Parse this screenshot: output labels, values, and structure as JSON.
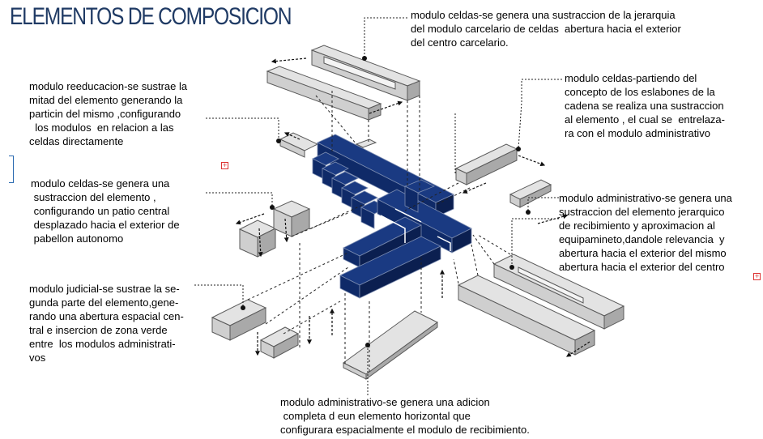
{
  "title": "ELEMENTOS DE COMPOSICION",
  "colors": {
    "admin_block": "#0f2a68",
    "grey_block": "#e3e3e3",
    "grey_edge": "#5a5a5a",
    "leader_line": "#222222",
    "title_text": "#1f3a64"
  },
  "annotations": {
    "celdas_top": "modulo celdas-se genera una sustraccion de la jerarquia\ndel modulo carcelario de celdas  abertura hacia el exterior\ndel centro carcelario.",
    "celdas_right": "modulo celdas-partiendo del\nconcepto de los eslabones de la\ncadena se realiza una sustraccion\nal elemento , el cual se  entrelaza-\nra con el modulo administrativo",
    "reeducacion": "modulo reeducacion-se sustrae la\nmitad del elemento generando la\nparticin del mismo ,configurando\n  los modulos  en relacion a las\nceldas directamente",
    "celdas_left": "modulo celdas-se genera una\n sustraccion del elemento ,\n configurando un patio central\n desplazado hacia el exterior de\n pabellon autonomo",
    "administrativo_right": "modulo administrativo-se genera una\nsustraccion del elemento jerarquico\nde recibimiento y aproximacion al\nequipamineto,dandole relevancia  y\nabertura hacia el exterior del mismo\nabertura hacia el exterior del centro",
    "judicial": "modulo judicial-se sustrae la se-\ngunda parte del elemento,gene-\nrando una abertura espacial cen-\ntral e insercion de zona verde\nentre  los modulos administrati-\nvos",
    "administrativo_bottom": "modulo administrativo-se genera una adicion\n completa d eun elemento horizontal que\nconfigurara espacialmente el modulo de recibimiento."
  },
  "icons": {
    "edit_marker": "plus-box-icon",
    "arrow": "arrow-icon"
  },
  "marker_glyph": "+"
}
